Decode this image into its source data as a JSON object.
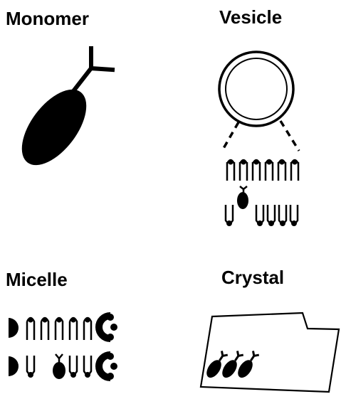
{
  "panels": {
    "monomer": {
      "title": "Monomer"
    },
    "vesicle": {
      "title": "Vesicle"
    },
    "micelle": {
      "title": "Micelle"
    },
    "crystal": {
      "title": "Crystal"
    }
  },
  "colors": {
    "ink": "#000000",
    "background": "#ffffff"
  }
}
